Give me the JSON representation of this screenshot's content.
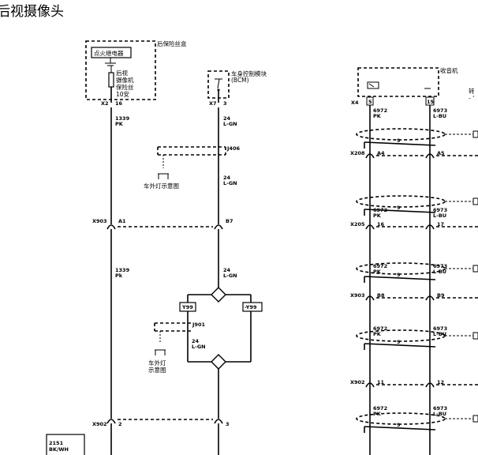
{
  "title": "后视摄像头",
  "left": {
    "fuse_box_label": "后保险丝盒",
    "ignition_relay_label": "点火继电器",
    "fuse_lines": [
      "后视",
      "摄像机",
      "保险丝",
      "10安"
    ],
    "fuse_connector": "X2",
    "fuse_pin": "16",
    "bcm_label": "车身控制模块",
    "bcm_sub": "(BCM)",
    "bcm_connector": "X7",
    "bcm_pin": "3",
    "wire_a1": {
      "num": "1339",
      "color": "PK"
    },
    "wire_b1": {
      "num": "24",
      "color": "L-GN"
    },
    "splice_j406": "J406",
    "exterior_light_ref1": "车外灯示意图",
    "wire_b2": {
      "num": "24",
      "color": "L-GN"
    },
    "x903": {
      "connector": "X903",
      "pin_a": "A1",
      "pin_b": "B7"
    },
    "wire_a2": {
      "num": "1339",
      "color": "Pk"
    },
    "wire_b3": {
      "num": "24",
      "color": "L-GN"
    },
    "option_y99": "Y99",
    "option_not_y99": "-Y99",
    "splice_j901": "J901",
    "wire_b4": {
      "num": "24",
      "color": "L-GN"
    },
    "exterior_light_ref2_line1": "车外灯",
    "exterior_light_ref2_line2": "示意图",
    "x902": {
      "connector": "X902",
      "pin_a": "2",
      "pin_b": "3"
    },
    "wire_bottom": {
      "num": "2151",
      "color": "BK/WH"
    }
  },
  "right": {
    "radio_label": "收音机",
    "radio_connector": "X4",
    "radio_pin_a": "5",
    "radio_pin_b": "15",
    "cut_text_line1": "转",
    "cut_text_line2": "- ‘",
    "wire_pk": {
      "num": "6972",
      "color": "PK"
    },
    "wire_bu": {
      "num": "6973",
      "color": "L-BU"
    },
    "twist_label": "9",
    "connectors": [
      {
        "id": "X208",
        "pin_a": "A4",
        "pin_b": "A5"
      },
      {
        "id": "X205",
        "pin_a": "16",
        "pin_b": "17"
      },
      {
        "id": "X903",
        "pin_a": "B8",
        "pin_b": "B9"
      },
      {
        "id": "X902",
        "pin_a": "11",
        "pin_b": "12"
      }
    ]
  }
}
